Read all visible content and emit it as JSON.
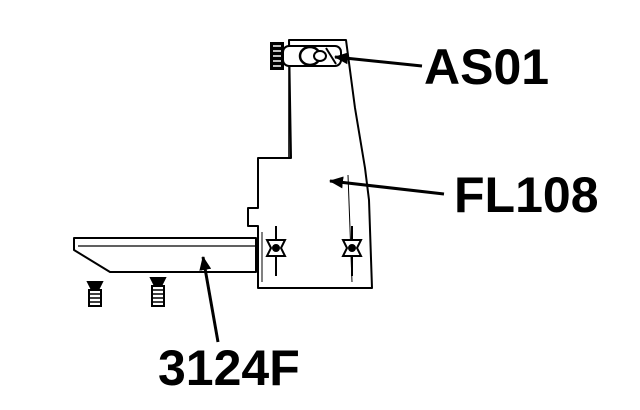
{
  "labels": {
    "top": "AS01",
    "middle": "FL108",
    "bottom": "3124F"
  },
  "colors": {
    "ink": "#000000",
    "paper": "#ffffff"
  }
}
